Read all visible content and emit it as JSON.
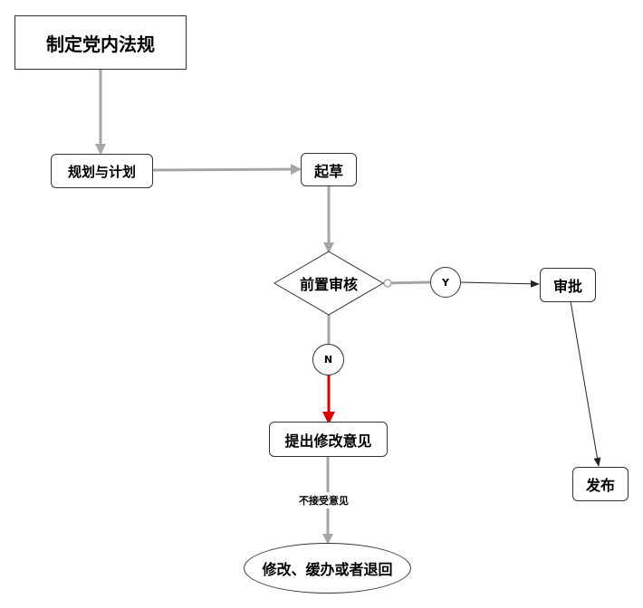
{
  "nodes": {
    "start": "制定党内法规",
    "plan": "规划与计划",
    "draft": "起草",
    "review": "前置审核",
    "yes": "Y",
    "no": "N",
    "approve": "审批",
    "publish": "发布",
    "feedback": "提出修改意见",
    "result": "修改、缓办或者退回"
  },
  "edge_labels": {
    "not_accepted": "不接受意见"
  },
  "colors": {
    "gray_arrow": "#a6a6a6",
    "red_arrow": "#e00000",
    "black_arrow": "#222222",
    "border": "#333333"
  }
}
